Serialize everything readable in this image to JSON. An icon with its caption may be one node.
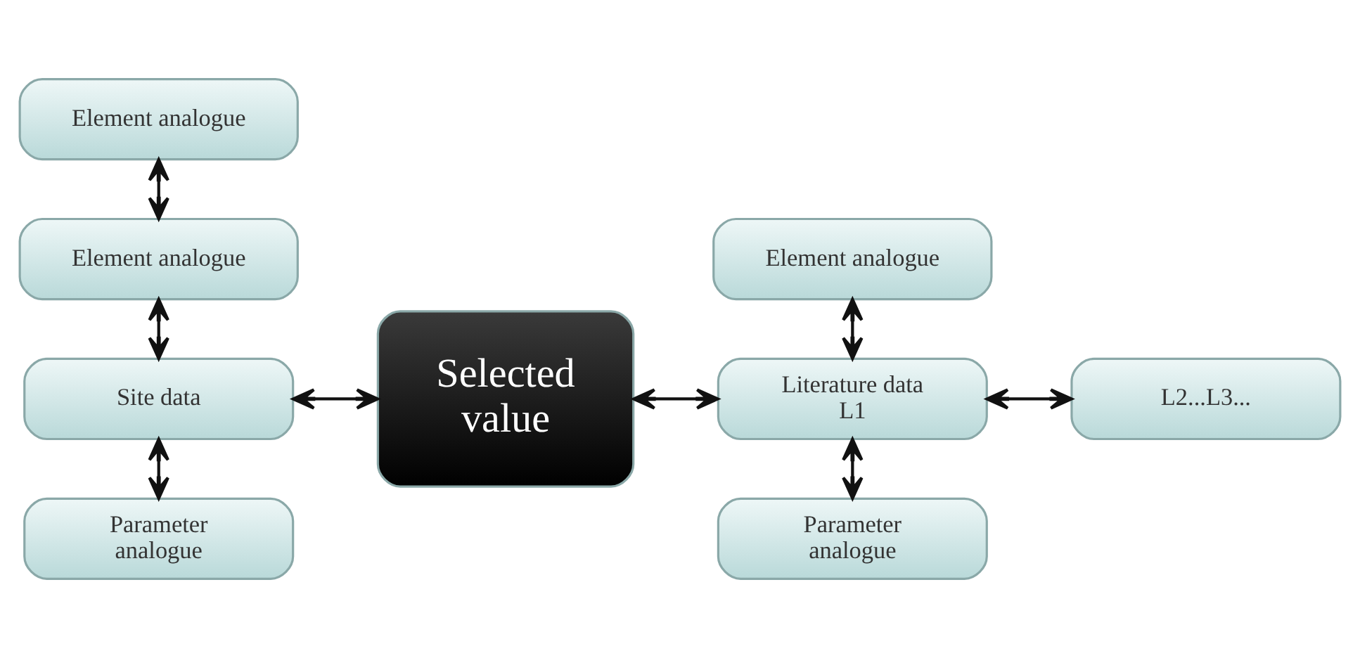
{
  "diagram": {
    "nodes": [
      {
        "text": [
          "Element analogue"
        ]
      },
      {
        "text": [
          "Element analogue"
        ]
      },
      {
        "text": [
          "Site data"
        ]
      },
      {
        "text": [
          "Parameter analogue"
        ]
      },
      {
        "text": [
          "Selected value"
        ]
      },
      {
        "text": [
          "Element analogue"
        ]
      },
      {
        "text": [
          "Literature data L1"
        ]
      },
      {
        "text": [
          "L2...L3..."
        ]
      },
      {
        "text": [
          "Parameter analogue"
        ]
      }
    ],
    "edges": [
      {
        "from": 0,
        "to": 1,
        "arrow": "both"
      },
      {
        "from": 1,
        "to": 2,
        "arrow": "both"
      },
      {
        "from": 2,
        "to": 3,
        "arrow": "both"
      },
      {
        "from": 2,
        "to": 4,
        "arrow": "both"
      },
      {
        "from": 4,
        "to": 6,
        "arrow": "both"
      },
      {
        "from": 5,
        "to": 6,
        "arrow": "both"
      },
      {
        "from": 6,
        "to": 7,
        "arrow": "both"
      },
      {
        "from": 6,
        "to": 8,
        "arrow": "both"
      }
    ]
  }
}
